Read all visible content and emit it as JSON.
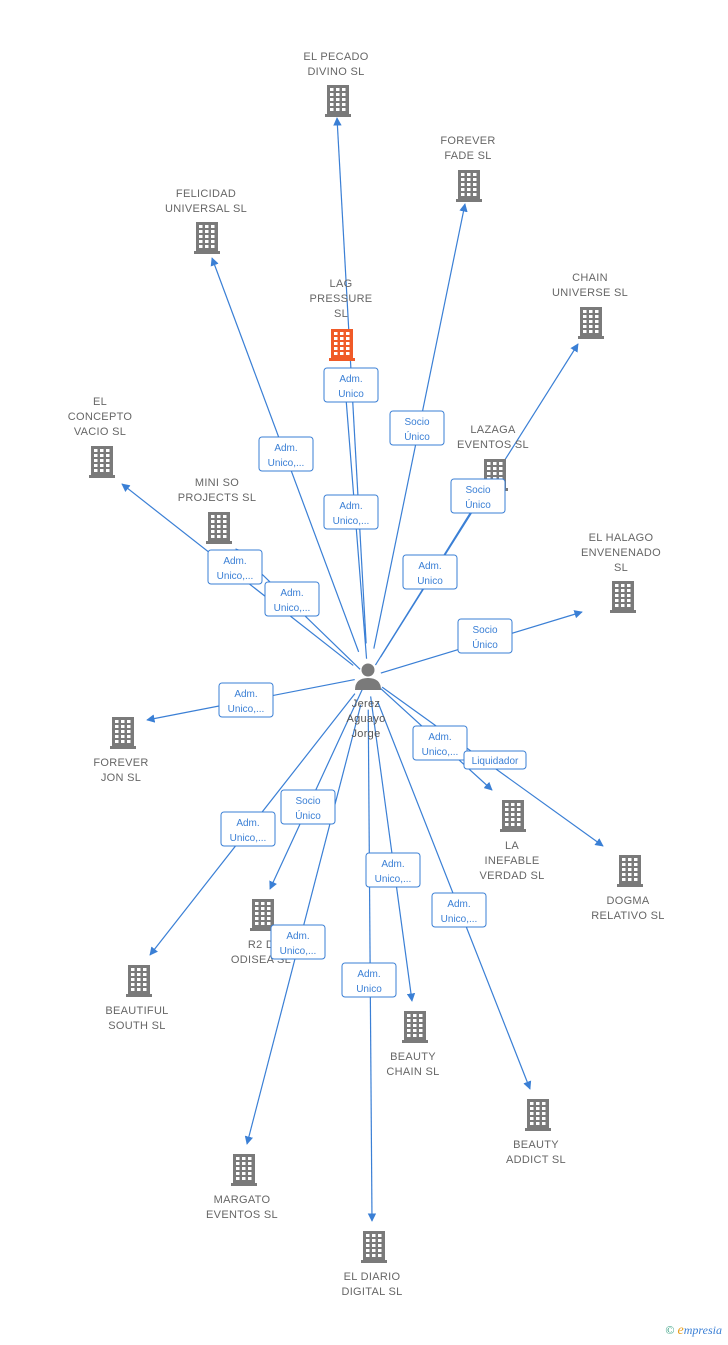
{
  "colors": {
    "edge": "#3a7fd5",
    "building": "#7a7a7a",
    "highlight": "#f05a28",
    "person": "#7a7a7a"
  },
  "person": {
    "lines": [
      "Jerez",
      "Aguayo",
      "Jorge"
    ]
  },
  "companies": [
    {
      "id": "el-pecado-divino",
      "lines": [
        "EL PECADO",
        "DIVINO  SL"
      ],
      "highlight": false
    },
    {
      "id": "forever-fade",
      "lines": [
        "FOREVER",
        "FADE  SL"
      ],
      "highlight": false
    },
    {
      "id": "felicidad-universal",
      "lines": [
        "FELICIDAD",
        "UNIVERSAL  SL"
      ],
      "highlight": false
    },
    {
      "id": "chain-universe",
      "lines": [
        "CHAIN",
        "UNIVERSE  SL"
      ],
      "highlight": false
    },
    {
      "id": "lag-pressure",
      "lines": [
        "LAG",
        "PRESSURE",
        "SL"
      ],
      "highlight": true
    },
    {
      "id": "el-concepto-vacio",
      "lines": [
        "EL",
        "CONCEPTO",
        "VACIO  SL"
      ],
      "highlight": false
    },
    {
      "id": "lazaga-eventos",
      "lines": [
        "LAZAGA",
        "EVENTOS  SL"
      ],
      "highlight": false
    },
    {
      "id": "mini-so-projects",
      "lines": [
        "MINI SO",
        "PROJECTS  SL"
      ],
      "highlight": false
    },
    {
      "id": "el-halago-envenenado",
      "lines": [
        "EL HALAGO",
        "ENVENENADO",
        "SL"
      ],
      "highlight": false
    },
    {
      "id": "forever-jon",
      "lines": [
        "FOREVER",
        "JON  SL"
      ],
      "highlight": false
    },
    {
      "id": "la-inefable-verdad",
      "lines": [
        "LA",
        "INEFABLE",
        "VERDAD  SL"
      ],
      "highlight": false
    },
    {
      "id": "dogma-relativo",
      "lines": [
        "DOGMA",
        "RELATIVO  SL"
      ],
      "highlight": false
    },
    {
      "id": "r2-d-odisea",
      "lines": [
        "R2 D",
        "ODISEA  SL"
      ],
      "highlight": false
    },
    {
      "id": "beautiful-south",
      "lines": [
        "BEAUTIFUL",
        "SOUTH  SL"
      ],
      "highlight": false
    },
    {
      "id": "beauty-chain",
      "lines": [
        "BEAUTY",
        "CHAIN  SL"
      ],
      "highlight": false
    },
    {
      "id": "beauty-addict",
      "lines": [
        "BEAUTY",
        "ADDICT  SL"
      ],
      "highlight": false
    },
    {
      "id": "margato-eventos",
      "lines": [
        "MARGATO",
        "EVENTOS  SL"
      ],
      "highlight": false
    },
    {
      "id": "el-diario-digital",
      "lines": [
        "EL DIARIO",
        "DIGITAL  SL"
      ],
      "highlight": false
    }
  ],
  "edges": [
    {
      "to": "el-pecado-divino",
      "lines": [
        "Adm.",
        "Unico,..."
      ]
    },
    {
      "to": "lag-pressure",
      "lines": [
        "Adm.",
        "Unico"
      ]
    },
    {
      "to": "forever-fade",
      "lines": [
        "Socio",
        "Único"
      ]
    },
    {
      "to": "felicidad-universal",
      "lines": [
        "Adm.",
        "Unico,..."
      ]
    },
    {
      "to": "chain-universe",
      "lines": [
        "Socio",
        "Único"
      ]
    },
    {
      "to": "lazaga-eventos",
      "lines": [
        "Adm.",
        "Unico"
      ]
    },
    {
      "to": "el-concepto-vacio",
      "lines": [
        "Adm.",
        "Unico,..."
      ]
    },
    {
      "to": "mini-so-projects",
      "lines": [
        "Adm.",
        "Unico,..."
      ]
    },
    {
      "to": "el-halago-envenenado",
      "lines": [
        "Socio",
        "Único"
      ]
    },
    {
      "to": "forever-jon",
      "lines": [
        "Adm.",
        "Unico,..."
      ]
    },
    {
      "to": "la-inefable-verdad",
      "lines": [
        "Adm.",
        "Unico,..."
      ]
    },
    {
      "to": "dogma-relativo",
      "lines": [
        "Liquidador"
      ]
    },
    {
      "to": "r2-d-odisea",
      "lines": [
        "Socio",
        "Único"
      ]
    },
    {
      "to": "beautiful-south",
      "lines": [
        "Adm.",
        "Unico,..."
      ]
    },
    {
      "to": "beauty-chain",
      "lines": [
        "Adm.",
        "Unico,..."
      ]
    },
    {
      "to": "beauty-addict",
      "lines": [
        "Adm.",
        "Unico,..."
      ]
    },
    {
      "to": "margato-eventos",
      "lines": [
        "Adm.",
        "Unico,..."
      ]
    },
    {
      "to": "el-diario-digital",
      "lines": [
        "Adm.",
        "Unico"
      ]
    }
  ],
  "watermark": {
    "symbol": "©",
    "brand_initial": "e",
    "brand_rest": "mpresia"
  }
}
